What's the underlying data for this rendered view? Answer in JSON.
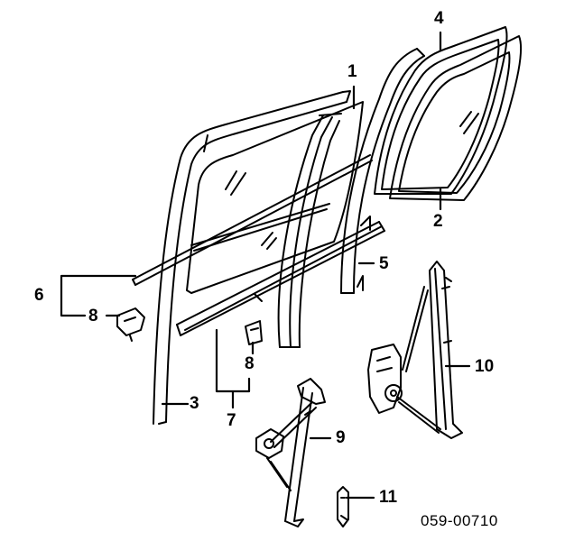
{
  "diagram": {
    "callouts": {
      "c1": "1",
      "c2": "2",
      "c3": "3",
      "c4": "4",
      "c5": "5",
      "c6": "6",
      "c7": "7",
      "c8a": "8",
      "c8b": "8",
      "c9": "9",
      "c10": "10",
      "c11": "11"
    },
    "drawing_code": "059-00710"
  }
}
